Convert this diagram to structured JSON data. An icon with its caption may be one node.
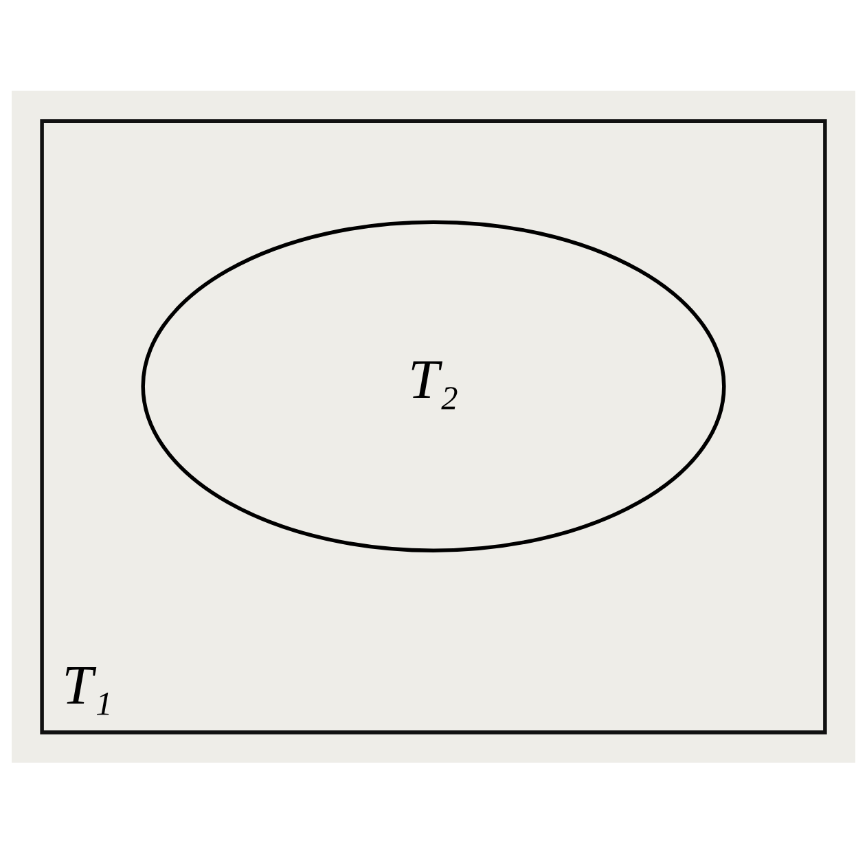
{
  "diagram": {
    "nodes": [
      {
        "text": [
          "T₁"
        ]
      },
      {
        "text": [
          "T₂"
        ],
        "in": 0
      }
    ]
  }
}
